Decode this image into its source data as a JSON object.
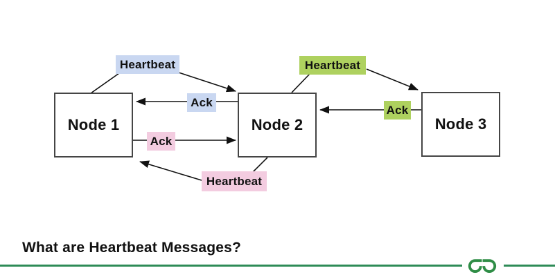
{
  "diagram": {
    "nodes": {
      "node1": "Node 1",
      "node2": "Node 2",
      "node3": "Node 3"
    },
    "labels": {
      "heartbeat_blue": {
        "text": "Heartbeat",
        "bg": "#c9d7f1"
      },
      "ack_blue": {
        "text": "Ack",
        "bg": "#c9d7f1"
      },
      "heartbeat_green": {
        "text": "Heartbeat",
        "bg": "#aed15f"
      },
      "ack_green": {
        "text": "Ack",
        "bg": "#aed15f"
      },
      "ack_pink": {
        "text": "Ack",
        "bg": "#f3cce0"
      },
      "heartbeat_pink": {
        "text": "Heartbeat",
        "bg": "#f3cce0"
      }
    },
    "colors": {
      "arrow": "#111111",
      "box_border": "#454545"
    }
  },
  "footer": {
    "title": "What are Heartbeat Messages?",
    "line_color": "#2e8b57",
    "logo_color": "#2f8d46",
    "logo_icon": "geeksforgeeks-logo"
  }
}
